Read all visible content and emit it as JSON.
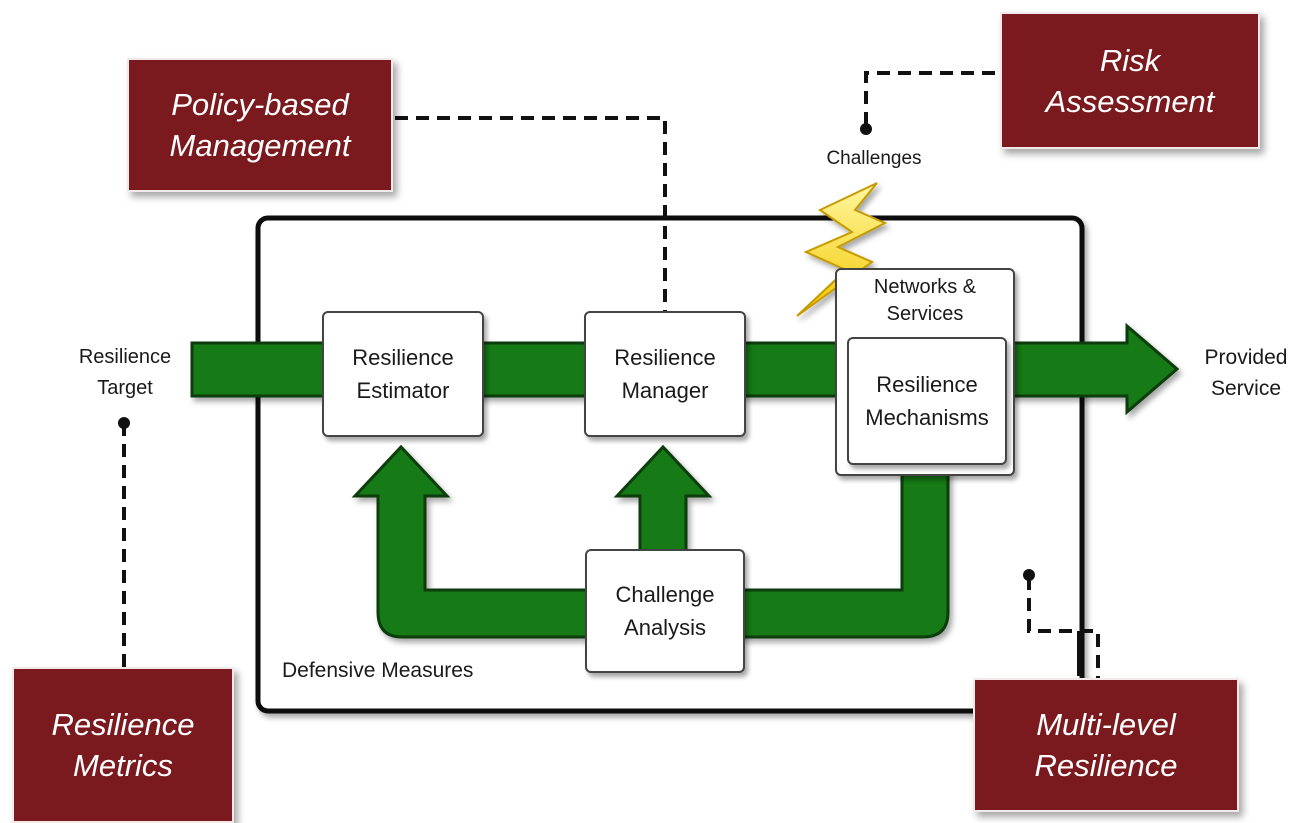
{
  "callouts": {
    "policy": [
      "Policy-based",
      "Management"
    ],
    "risk": [
      "Risk",
      "Assessment"
    ],
    "metrics": [
      "Resilience",
      "Metrics"
    ],
    "multilevel": [
      "Multi-level",
      "Resilience"
    ]
  },
  "boxes": {
    "estimator": [
      "Resilience",
      "Estimator"
    ],
    "manager": [
      "Resilience",
      "Manager"
    ],
    "networks": [
      "Networks &",
      "Services"
    ],
    "mechanisms": [
      "Resilience",
      "Mechanisms"
    ],
    "analysis": [
      "Challenge",
      "Analysis"
    ]
  },
  "labels": {
    "target": [
      "Resilience",
      "Target"
    ],
    "provided": [
      "Provided",
      "Service"
    ],
    "challenges": "Challenges",
    "defensive": "Defensive Measures"
  },
  "colors": {
    "callout_bg": "#7a1a1f",
    "arrow_green": "#137a13",
    "lightning": "#f5e21a"
  }
}
